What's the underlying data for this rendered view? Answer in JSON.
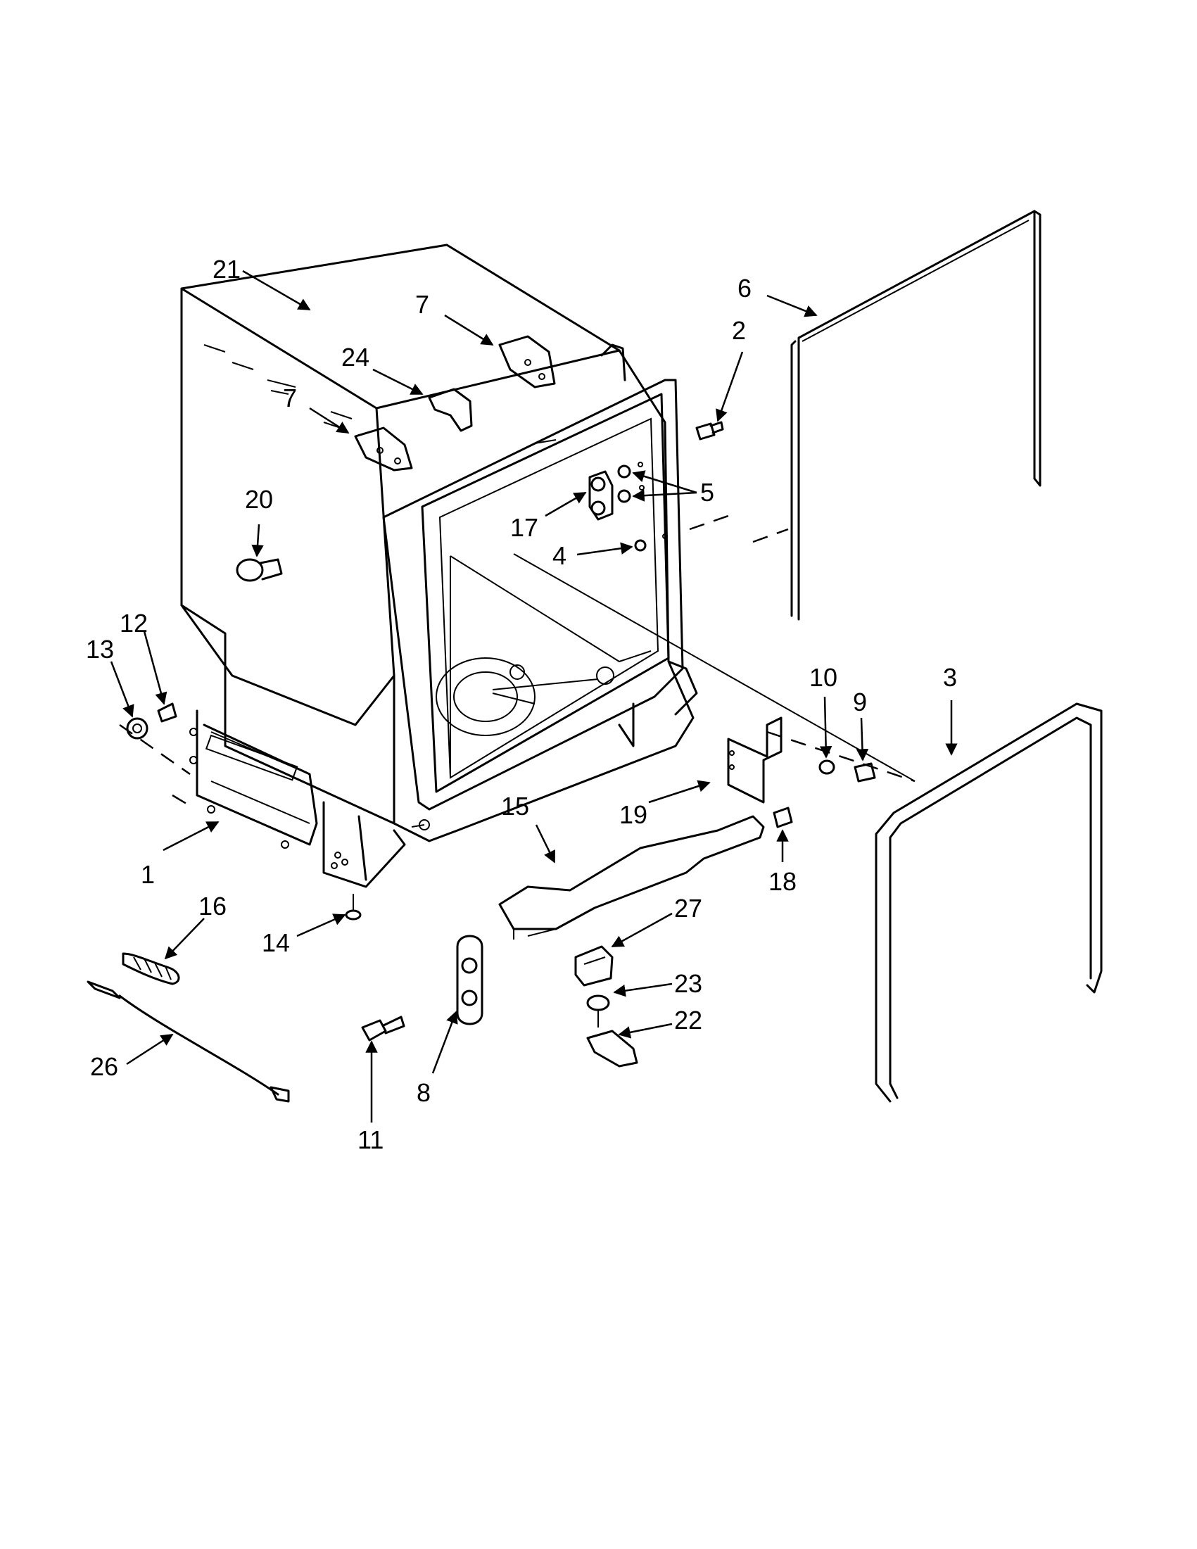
{
  "diagram": {
    "callouts": [
      {
        "id": "c21",
        "label": "21"
      },
      {
        "id": "c7a",
        "label": "7"
      },
      {
        "id": "c24",
        "label": "24"
      },
      {
        "id": "c7b",
        "label": "7"
      },
      {
        "id": "c20",
        "label": "20"
      },
      {
        "id": "c6",
        "label": "6"
      },
      {
        "id": "c2",
        "label": "2"
      },
      {
        "id": "c5",
        "label": "5"
      },
      {
        "id": "c17",
        "label": "17"
      },
      {
        "id": "c4",
        "label": "4"
      },
      {
        "id": "c13",
        "label": "13"
      },
      {
        "id": "c12",
        "label": "12"
      },
      {
        "id": "c10",
        "label": "10"
      },
      {
        "id": "c9",
        "label": "9"
      },
      {
        "id": "c3",
        "label": "3"
      },
      {
        "id": "c15",
        "label": "15"
      },
      {
        "id": "c19",
        "label": "19"
      },
      {
        "id": "c1",
        "label": "1"
      },
      {
        "id": "c18",
        "label": "18"
      },
      {
        "id": "c16",
        "label": "16"
      },
      {
        "id": "c27",
        "label": "27"
      },
      {
        "id": "c14",
        "label": "14"
      },
      {
        "id": "c23",
        "label": "23"
      },
      {
        "id": "c22",
        "label": "22"
      },
      {
        "id": "c26",
        "label": "26"
      },
      {
        "id": "c8",
        "label": "8"
      },
      {
        "id": "c11",
        "label": "11"
      }
    ]
  }
}
